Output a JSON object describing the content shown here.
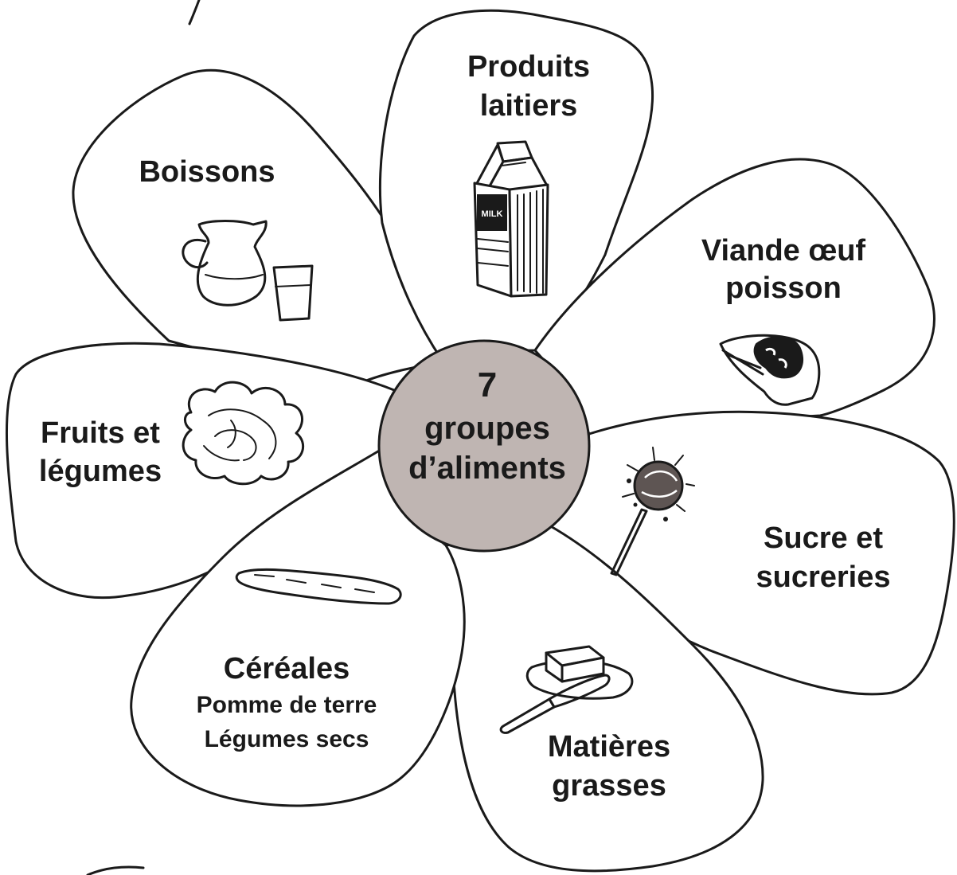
{
  "center": {
    "number": "7",
    "line1": "groupes",
    "line2": "d’aliments",
    "fill_color": "#bfb5b2"
  },
  "petals": {
    "produits_laitiers": {
      "line1": "Produits",
      "line2": "laitiers",
      "icon": "milk-carton-icon",
      "icon_text": "MILK"
    },
    "boissons": {
      "line1": "Boissons",
      "icon": "pitcher-and-glass-icon"
    },
    "viande": {
      "line1": "Viande œuf",
      "line2": "poisson",
      "icon": "steak-icon"
    },
    "fruits": {
      "line1": "Fruits et",
      "line2": "légumes",
      "icon": "lettuce-icon"
    },
    "sucre": {
      "line1": "Sucre et",
      "line2": "sucreries",
      "icon": "lollipop-icon"
    },
    "cereales": {
      "line1": "Céréales",
      "line2": "Pomme de terre",
      "line3": "Légumes secs",
      "icon": "baguette-icon"
    },
    "matieres": {
      "line1": "Matières",
      "line2": "grasses",
      "icon": "butter-and-knife-icon"
    }
  }
}
